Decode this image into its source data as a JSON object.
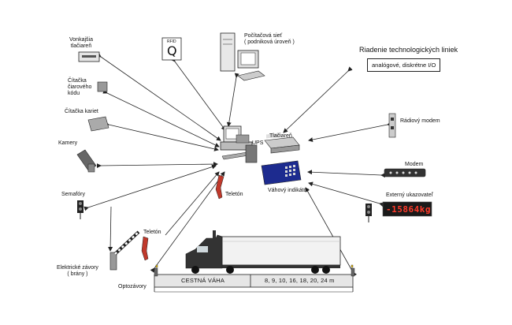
{
  "labels": {
    "external_printer": [
      "Vonkajšia",
      "tlačiareň"
    ],
    "rfid": "RFID",
    "rfid_letter": "Q",
    "computer_network": [
      "Počítačová sieť",
      "( podniková úroveň )"
    ],
    "process_control_title": "Riadenie technologických liniek",
    "process_control_box": "analógové, diskrétne I/O",
    "barcode_reader": [
      "Čítačka",
      "čiarového",
      "kódu"
    ],
    "card_reader": "Čítačka kariet",
    "radio_modem": "Rádiový modem",
    "cameras": "Kamery",
    "ups": "UPS",
    "printer": "Tlačiareň",
    "modem": "Modem",
    "phone_top": "Teletón",
    "weight_indicator": "Váhový indikátor",
    "external_display": "Externý ukazovateľ",
    "display_value": "-15864kg",
    "traffic_lights": "Semafóry",
    "phone_bottom": "Teletón",
    "electric_barriers": [
      "Elektrické závory",
      "( brány )"
    ],
    "photo_sensors": "Optozávory",
    "scale_name": "CESTNÁ VÁHA",
    "scale_lengths": "8, 9, 10, 16, 18, 20, 24 m"
  },
  "colors": {
    "line": "#222222",
    "display_bg": "#1a1a1a",
    "display_text": "#ff3a2a",
    "indicator_blue": "#1d2b8f",
    "phone_red": "#c0392b"
  }
}
